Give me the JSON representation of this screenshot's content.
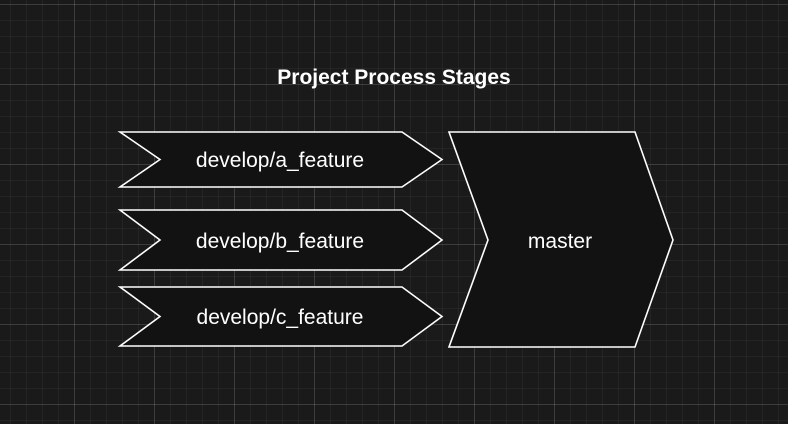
{
  "diagram": {
    "title": "Project Process Stages",
    "branches": [
      {
        "label": "develop/a_feature"
      },
      {
        "label": "develop/b_feature"
      },
      {
        "label": "develop/c_feature"
      }
    ],
    "target": {
      "label": "master"
    },
    "colors": {
      "background": "#1a1a1a",
      "shape_fill": "#121212",
      "stroke": "#ffffff",
      "text": "#ffffff"
    }
  }
}
